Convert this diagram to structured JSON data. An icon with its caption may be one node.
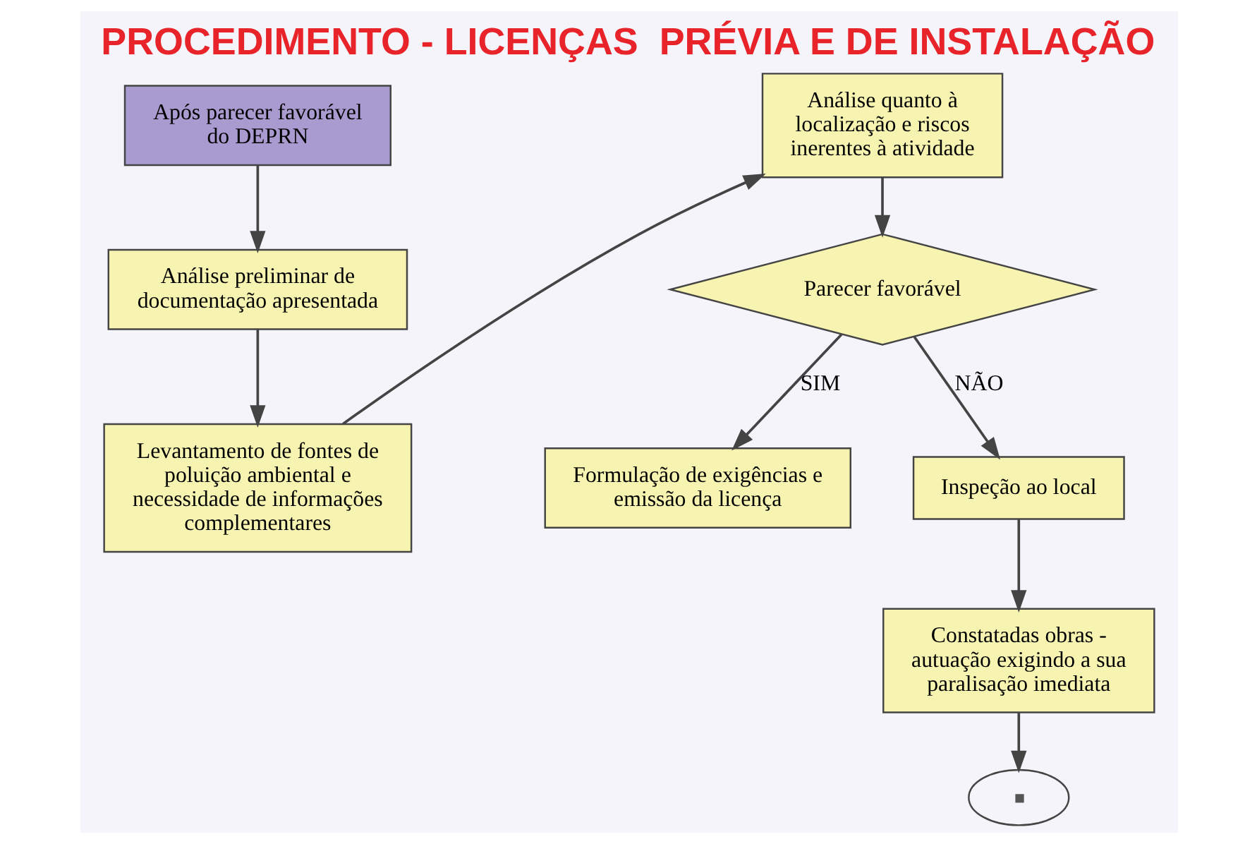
{
  "diagram": {
    "title": "PROCEDIMENTO - LICENÇAS  PRÉVIA E DE INSTALAÇÃO",
    "nodes": [
      {
        "text": [
          "Após parecer favorável do DEPRN"
        ]
      },
      {
        "text": [
          "Análise preliminar de documentação apresentada"
        ]
      },
      {
        "text": [
          "Levantamento de fontes de poluição ambiental e necessidade de informações complementares"
        ]
      },
      {
        "text": [
          "Análise quanto à localização e riscos inerentes à atividade"
        ]
      },
      {
        "text": [
          "Parecer favorável"
        ]
      },
      {
        "text": [
          "Formulação de exigências e emissão da licença"
        ]
      },
      {
        "text": [
          "Inspeção ao local"
        ]
      },
      {
        "text": [
          "Constatadas obras - autuação exigindo a sua paralisação imediata"
        ]
      },
      {
        "text": [],
        "shape": "ellipse"
      }
    ],
    "edges": [
      {
        "from": 0,
        "to": 1,
        "arrow": "to"
      },
      {
        "from": 1,
        "to": 2,
        "arrow": "to"
      },
      {
        "from": 2,
        "to": 3,
        "arrow": "to"
      },
      {
        "from": 3,
        "to": 4,
        "arrow": "to"
      },
      {
        "from": 4,
        "to": 5,
        "arrow": "to",
        "label": "SIM"
      },
      {
        "from": 4,
        "to": 6,
        "arrow": "to",
        "label": "NÃO"
      },
      {
        "from": 6,
        "to": 7,
        "arrow": "to"
      },
      {
        "from": 7,
        "to": 8,
        "arrow": "to"
      }
    ]
  }
}
